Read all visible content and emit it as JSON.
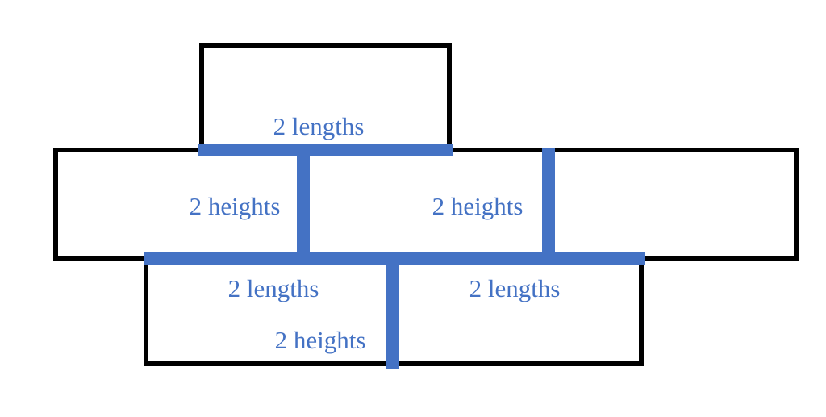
{
  "colors": {
    "background": "#ffffff",
    "outline": "#000000",
    "highlight": "#4472c4"
  },
  "labels": {
    "top_seam": "2 lengths",
    "middle_left_seam": "2 heights",
    "middle_right_seam": "2 heights",
    "bottom_left_seam": "2 lengths",
    "bottom_right_seam": "2 lengths",
    "bottom_vertical_seam": "2 heights"
  }
}
